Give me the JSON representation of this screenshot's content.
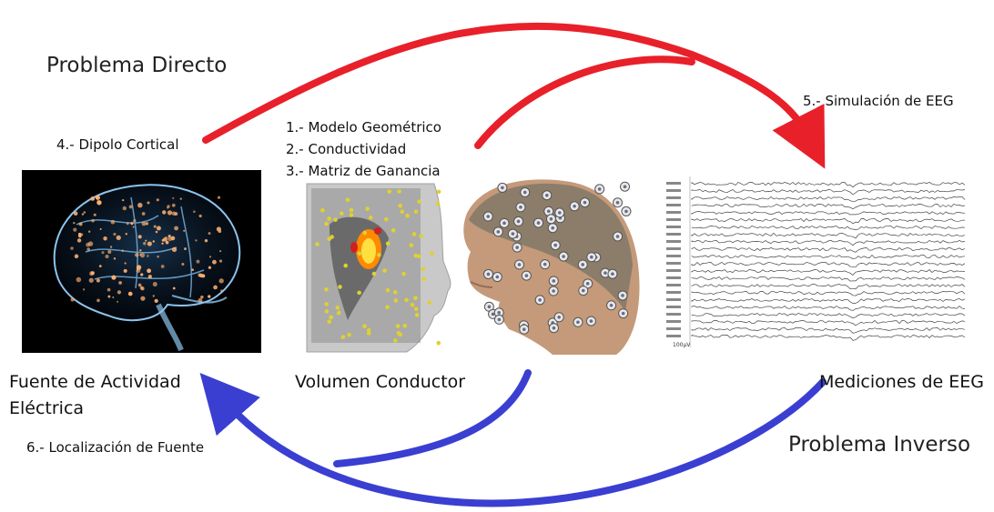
{
  "labels": {
    "direct_problem": "Problema Directo",
    "inverse_problem": "Problema Inverso",
    "cortical_dipole": "4.- Dipolo Cortical",
    "eeg_simulation": "5.- Simulación de EEG",
    "source_localization": "6.- Localización de Fuente",
    "steps": [
      "1.- Modelo Geométrico",
      "2.- Conductividad",
      "3.- Matriz de Ganancia"
    ]
  },
  "panels": {
    "source": {
      "caption_line1": "Fuente de Actividad",
      "caption_line2": "Eléctrica"
    },
    "conductor": {
      "caption": "Volumen Conductor"
    },
    "measurements": {
      "caption": "Mediciones de EEG",
      "scale_label": "100µV"
    }
  },
  "colors": {
    "direct_arrow": "#e8202a",
    "inverse_arrow": "#3a3fd1",
    "brain_glow": "#6ea8d8",
    "brain_points": "#ffb070",
    "model_head": "#c9c9c9",
    "electrode": "#e0d030",
    "dipole": "#ffcc00"
  },
  "icons": {
    "brain": "glass-brain-icon",
    "head_model": "head-model-icon",
    "eeg_cap": "eeg-cap-head-icon",
    "eeg_traces": "eeg-trace-icon"
  }
}
